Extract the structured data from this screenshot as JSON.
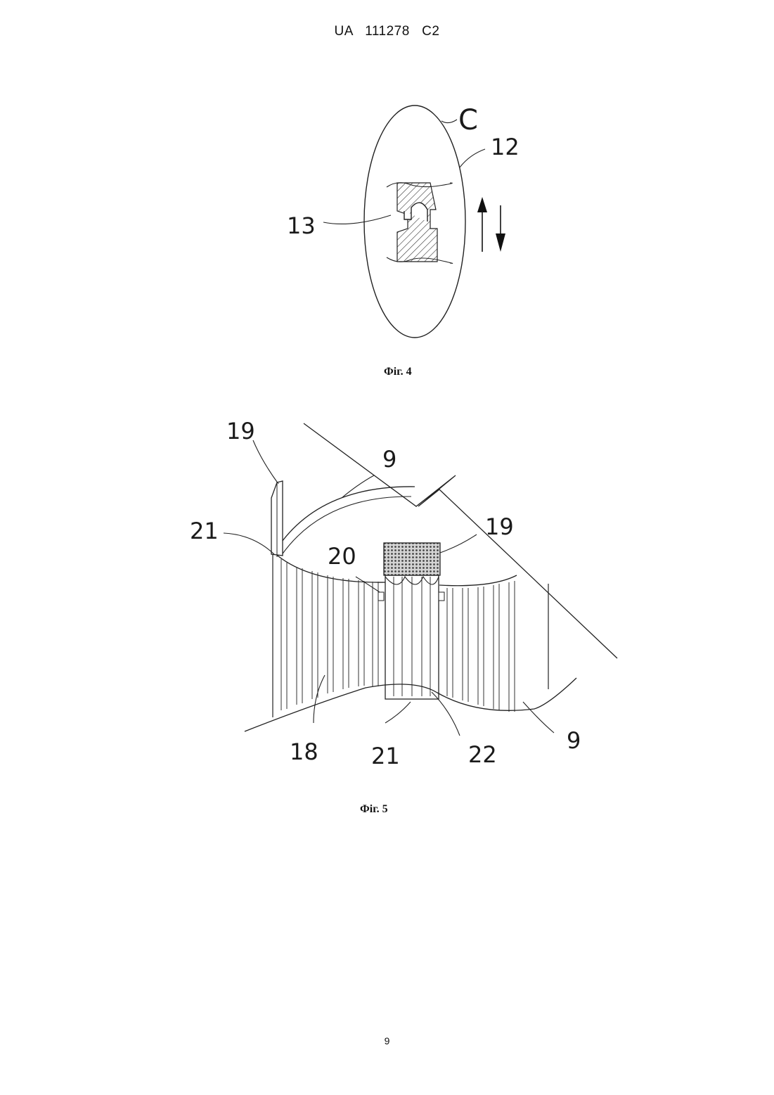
{
  "header": {
    "country": "UA",
    "number": "111278",
    "kind": "C2"
  },
  "figure4": {
    "caption": "Фіг. 4",
    "labels": {
      "detail": "C",
      "part12": "12",
      "part13": "13"
    }
  },
  "figure5": {
    "caption": "Фіг. 5",
    "labels": {
      "top_left_19": "19",
      "top_9": "9",
      "left_21": "21",
      "right_19": "19",
      "mid_20": "20",
      "bottom_18": "18",
      "bottom_21": "21",
      "bottom_22": "22",
      "bottom_right_9": "9"
    }
  },
  "footer": {
    "page_number": "9"
  }
}
